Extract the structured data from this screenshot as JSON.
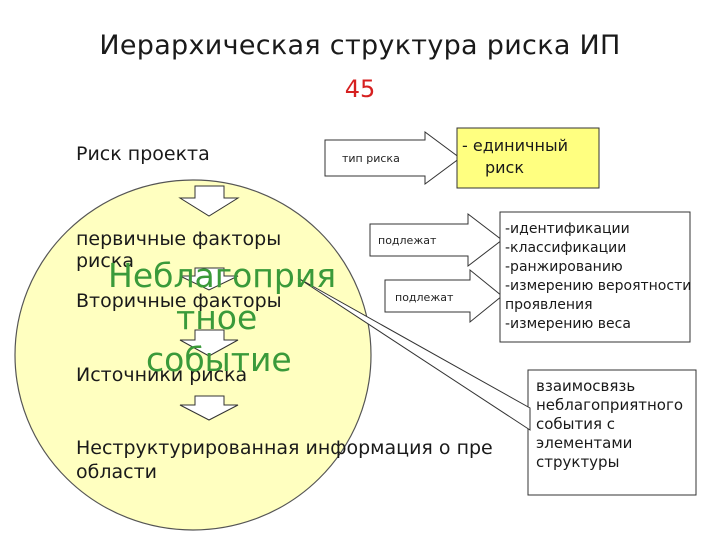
{
  "title": {
    "text": "Иерархическая структура риска ИП",
    "number": "45"
  },
  "left_column": {
    "project_risk": "Риск проекта",
    "primary_factors_line1": "первичные факторы",
    "primary_factors_line2": "риска",
    "secondary_factors": "Вторичные факторы",
    "risk_sources": "Источники риска",
    "unstructured_line1": "Неструктурированная информация о пре",
    "unstructured_line2": "области"
  },
  "event_label": {
    "line1": "Неблагоприя",
    "line2": "тное",
    "line3": "событие"
  },
  "arrows": {
    "risk_type": "тип риска",
    "subject_to_1": "подлежат",
    "subject_to_2": "подлежат"
  },
  "boxes": {
    "single_risk": {
      "line1": "- единичный",
      "line2": "риск"
    },
    "actions": [
      "-идентификации",
      "-классификации",
      "-ранжированию",
      "-измерению вероятности",
      "проявления",
      "-измерению веса"
    ],
    "relation": [
      "взаимосвязь",
      "неблагоприятного",
      "события с",
      "элементами",
      "структуры"
    ]
  },
  "colors": {
    "circle_fill": "#ffffc0",
    "single_risk_box": "#ffff80",
    "event_text": "#3a9a3a",
    "title_number": "#d62020"
  }
}
